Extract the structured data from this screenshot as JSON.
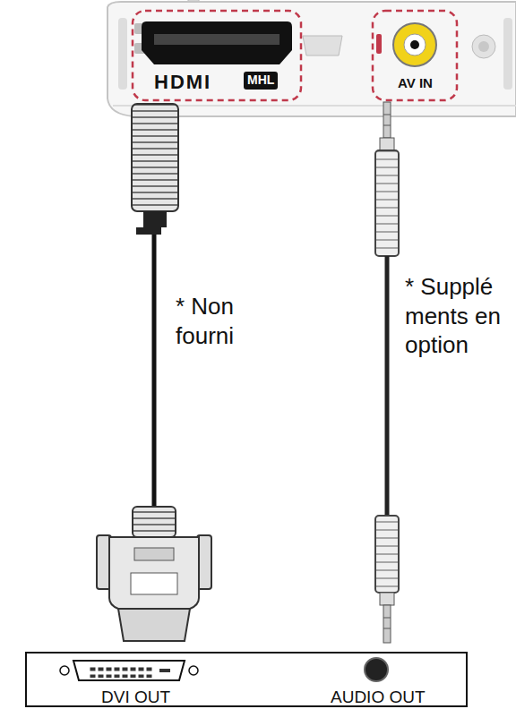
{
  "diagram": {
    "nodes": [
      {
        "text": [
          "DVI OUT",
          "AUDIO OUT"
        ]
      }
    ],
    "labels": [
      "HDMI",
      "MHL",
      "AV IN",
      "* Non fourni",
      "* Supplé ments en option"
    ]
  }
}
